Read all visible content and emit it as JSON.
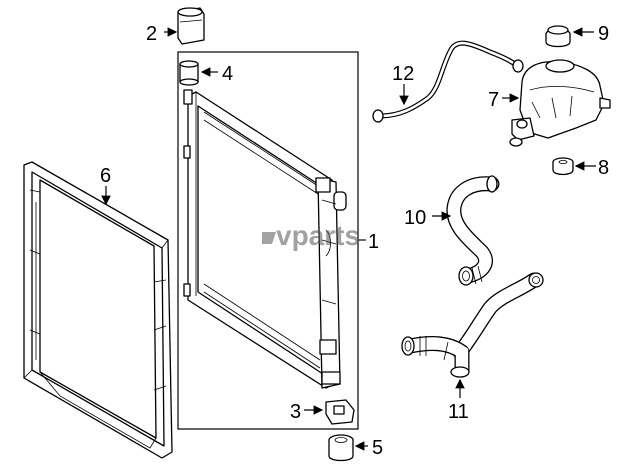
{
  "watermark": {
    "text": "vparts"
  },
  "callouts": [
    {
      "id": "1",
      "label": "1"
    },
    {
      "id": "2",
      "label": "2"
    },
    {
      "id": "3",
      "label": "3"
    },
    {
      "id": "4",
      "label": "4"
    },
    {
      "id": "5",
      "label": "5"
    },
    {
      "id": "6",
      "label": "6"
    },
    {
      "id": "7",
      "label": "7"
    },
    {
      "id": "8",
      "label": "8"
    },
    {
      "id": "9",
      "label": "9"
    },
    {
      "id": "10",
      "label": "10"
    },
    {
      "id": "11",
      "label": "11"
    },
    {
      "id": "12",
      "label": "12"
    }
  ]
}
